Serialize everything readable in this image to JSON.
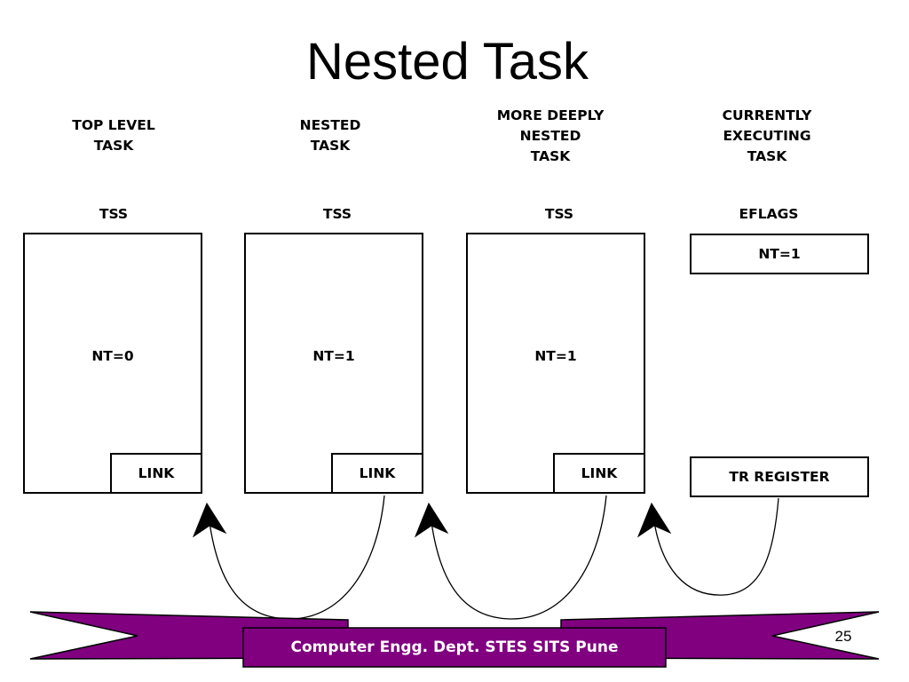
{
  "title": "Nested Task",
  "columns": [
    {
      "heading": [
        "TOP LEVEL",
        "TASK"
      ],
      "subheading": "TSS",
      "nt": "NT=0",
      "link": "LINK"
    },
    {
      "heading": [
        "NESTED",
        "TASK"
      ],
      "subheading": "TSS",
      "nt": "NT=1",
      "link": "LINK"
    },
    {
      "heading": [
        "MORE DEEPLY",
        "NESTED",
        "TASK"
      ],
      "subheading": "TSS",
      "nt": "NT=1",
      "link": "LINK"
    },
    {
      "heading": [
        "CURRENTLY",
        "EXECUTING",
        "TASK"
      ],
      "subheading": "EFLAGS",
      "eflags_value": "NT=1",
      "register": "TR REGISTER"
    }
  ],
  "footer": {
    "text": "Computer Engg. Dept. STES SITS Pune",
    "page_number": "25",
    "band_color": "#800080"
  }
}
